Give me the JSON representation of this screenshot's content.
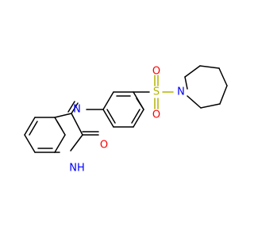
{
  "atoms": {
    "amine_label": "NH",
    "imine_n_label": "N",
    "carbonyl_o_label": "O",
    "sulfur_label": "S",
    "sulfonyl_o_top_label": "O",
    "sulfonyl_o_bottom_label": "O",
    "azepane_n_label": "N"
  },
  "colors": {
    "bond": "#000000",
    "nitrogen": "#0000ff",
    "oxygen": "#ff0000",
    "sulfur": "#b3b300"
  }
}
